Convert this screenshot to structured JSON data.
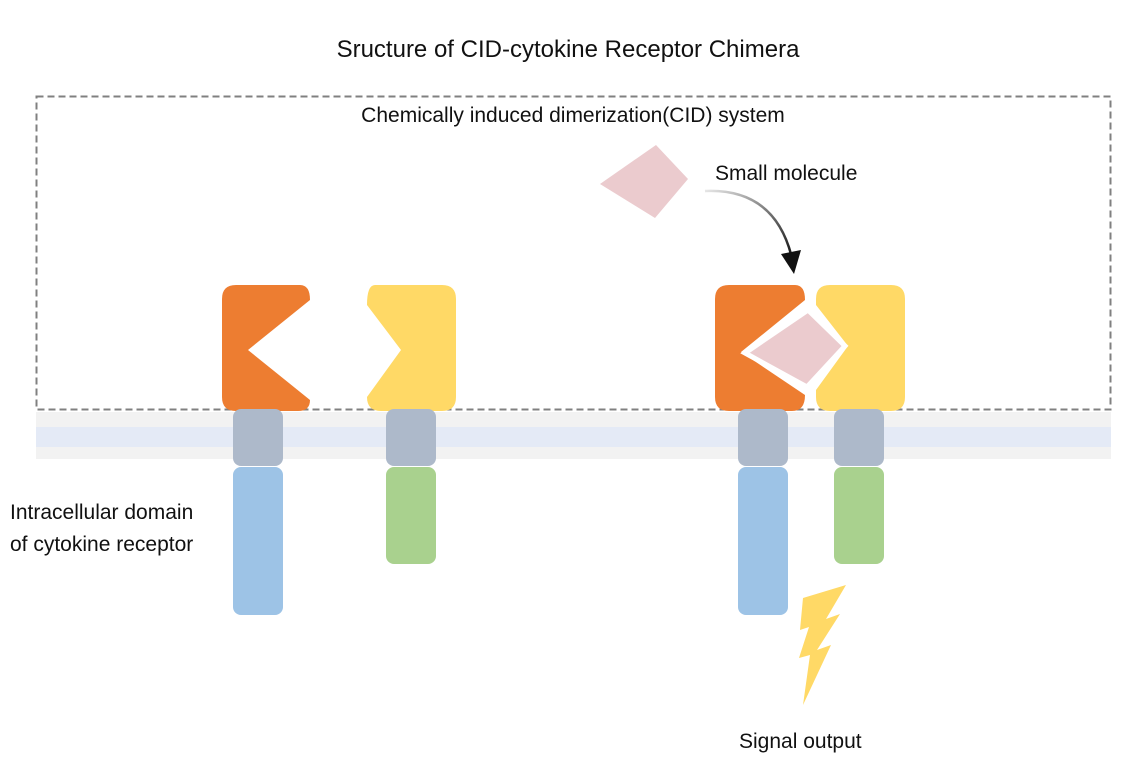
{
  "title": "Sructure of CID-cytokine Receptor Chimera",
  "cid_system": {
    "label": "Chemically induced dimerization(CID) system"
  },
  "small_molecule": {
    "label": "Small molecule"
  },
  "intracellular_domain": {
    "label_line1": "Intracellular domain",
    "label_line2": "of cytokine receptor"
  },
  "signal": {
    "label": "Signal output"
  },
  "colors": {
    "orange_binder": "#ED7D31",
    "yellow_binder": "#FFD966",
    "transmembrane": "#ADB9CA",
    "intracellular_blue": "#9DC3E6",
    "intracellular_green": "#A9D18E",
    "small_molecule": "#EBCBCE",
    "membrane_outer": "#F2F2F2",
    "membrane_inner": "#E4EAF6",
    "dashed_border": "#808080",
    "lightning": "#FFD966"
  },
  "states": [
    {
      "name": "unbound",
      "ligand_bound": false
    },
    {
      "name": "bound",
      "ligand_bound": true
    }
  ]
}
